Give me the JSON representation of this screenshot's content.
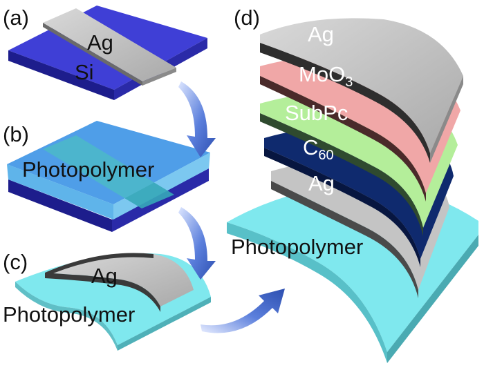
{
  "panels": {
    "a": {
      "tag": "(a)",
      "top": "Ag",
      "bottom": "Si"
    },
    "b": {
      "tag": "(b)",
      "layer": "Photopolymer"
    },
    "c": {
      "tag": "(c)",
      "top": "Ag",
      "bottom": "Photopolymer"
    },
    "d": {
      "tag": "(d)",
      "layers": [
        {
          "base": "Ag",
          "sub": ""
        },
        {
          "base": "MoO",
          "sub": "3"
        },
        {
          "base": "SubPc",
          "sub": ""
        },
        {
          "base": "C",
          "sub": "60"
        },
        {
          "base": "Ag",
          "sub": ""
        }
      ],
      "substrate": "Photopolymer"
    }
  },
  "colors": {
    "si": "#3f3fd6",
    "ag": "#bdbdbd",
    "photopolymer": "#7fe8ee",
    "moo3": "#f0a7a7",
    "subpc": "#b4ee9a",
    "c60": "#0f2a6e",
    "arrow": "#4a6fd0"
  }
}
